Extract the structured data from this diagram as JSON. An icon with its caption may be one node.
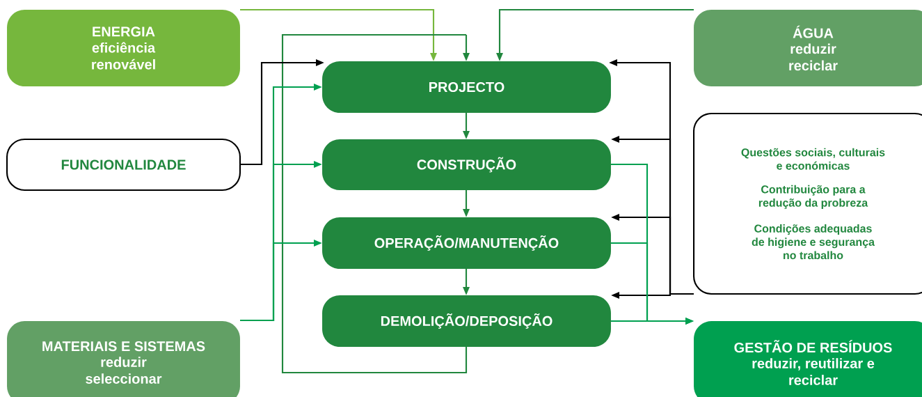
{
  "diagram": {
    "nodes": [
      {
        "text": [
          "ENERGIA",
          "eficiência renovável"
        ]
      },
      {
        "text": [
          "ÁGUA",
          "reduzir reciclar"
        ]
      },
      {
        "text": [
          "PROJECTO"
        ]
      },
      {
        "text": [
          "FUNCIONALIDADE"
        ]
      },
      {
        "text": [
          "CONSTRUÇÃO"
        ]
      },
      {
        "text": [
          "Questões sociais, culturais e económicas",
          "Contribuição para a redução da probreza",
          "Condições adequadas de higiene e segurança no trabalho"
        ]
      },
      {
        "text": [
          "OPERAÇÃO/MANUTENÇÃO"
        ]
      },
      {
        "text": [
          "DEMOLIÇÃO/DEPOSIÇÃO"
        ]
      },
      {
        "text": [
          "MATERIAIS E SISTEMAS",
          "reduzir seleccionar"
        ]
      },
      {
        "text": [
          "GESTÃO DE RESÍDUOS",
          "reduzir, reutilizar e reciclar"
        ]
      }
    ],
    "edges": [
      {
        "from": 0,
        "to": 2,
        "arrow": "to",
        "color": "#76b73d"
      },
      {
        "from": 1,
        "to": 2,
        "arrow": "to",
        "color": "#21873e"
      },
      {
        "from": 7,
        "to": 2,
        "arrow": "to",
        "color": "#21873e"
      },
      {
        "from": 3,
        "to": 2,
        "arrow": "to",
        "color": "#000000"
      },
      {
        "from": 8,
        "to": 2,
        "arrow": "to",
        "color": "#00a050"
      },
      {
        "from": 8,
        "to": 4,
        "arrow": "to",
        "color": "#00a050"
      },
      {
        "from": 8,
        "to": 6,
        "arrow": "to",
        "color": "#00a050"
      },
      {
        "from": 2,
        "to": 4,
        "arrow": "to",
        "color": "#21873e"
      },
      {
        "from": 4,
        "to": 6,
        "arrow": "to",
        "color": "#21873e"
      },
      {
        "from": 6,
        "to": 7,
        "arrow": "to",
        "color": "#21873e"
      },
      {
        "from": 5,
        "to": 2,
        "arrow": "to",
        "color": "#000000"
      },
      {
        "from": 5,
        "to": 4,
        "arrow": "to",
        "color": "#000000"
      },
      {
        "from": 5,
        "to": 6,
        "arrow": "to",
        "color": "#000000"
      },
      {
        "from": 5,
        "to": 7,
        "arrow": "to",
        "color": "#000000"
      },
      {
        "from": 4,
        "to": 9,
        "arrow": "to",
        "color": "#00a050"
      },
      {
        "from": 6,
        "to": 9,
        "arrow": "to",
        "color": "#00a050"
      },
      {
        "from": 7,
        "to": 9,
        "arrow": "to",
        "color": "#00a050"
      }
    ]
  }
}
